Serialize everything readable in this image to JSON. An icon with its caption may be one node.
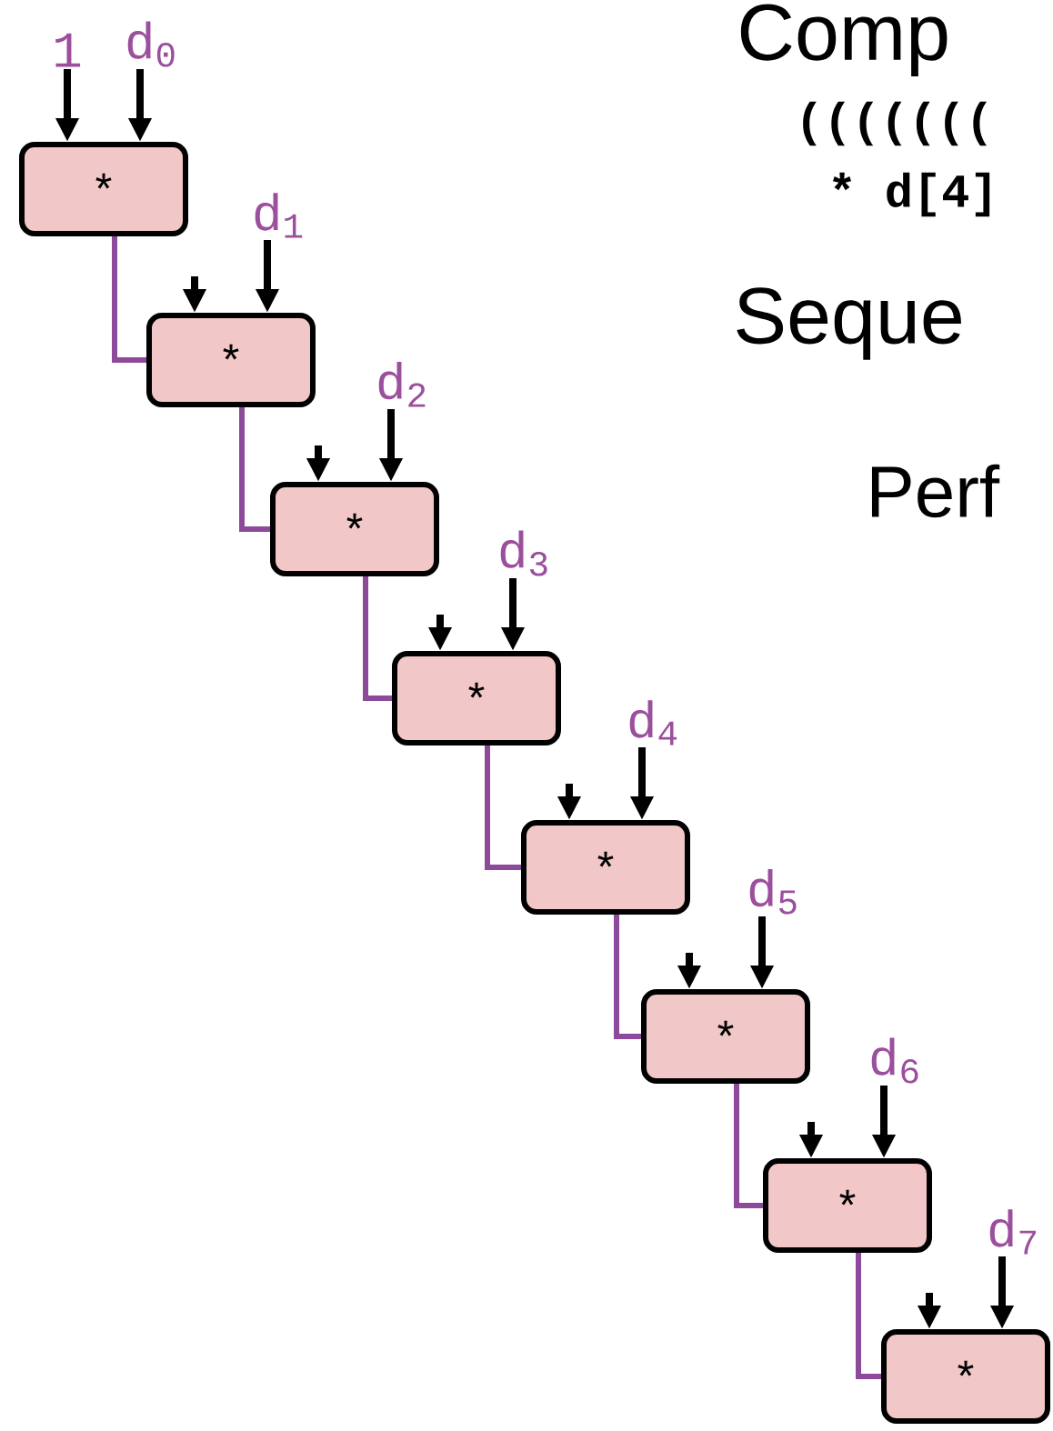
{
  "diagram": {
    "nodes": [
      {
        "text": [
          "1"
        ]
      },
      {
        "text": [
          "d$_{0}$"
        ]
      },
      {
        "text": [
          "*"
        ]
      },
      {
        "text": [
          "d$_{1}$"
        ]
      },
      {
        "text": [
          "*"
        ]
      },
      {
        "text": [
          "d$_{2}$"
        ]
      },
      {
        "text": [
          "*"
        ]
      },
      {
        "text": [
          "d$_{3}$"
        ]
      },
      {
        "text": [
          "*"
        ]
      },
      {
        "text": [
          "d$_{4}$"
        ]
      },
      {
        "text": [
          "*"
        ]
      },
      {
        "text": [
          "d$_{5}$"
        ]
      },
      {
        "text": [
          "*"
        ]
      },
      {
        "text": [
          "d$_{6}$"
        ]
      },
      {
        "text": [
          "*"
        ]
      },
      {
        "text": [
          "d$_{7}$"
        ]
      },
      {
        "text": [
          "*"
        ]
      }
    ],
    "edges": [
      {
        "from": 0,
        "to": 2,
        "arrow": "to"
      },
      {
        "from": 1,
        "to": 2,
        "arrow": "to"
      },
      {
        "from": 2,
        "to": 4,
        "arrow": "none",
        "color": "#8e4a9a"
      },
      {
        "from": null,
        "to": 4,
        "arrow": "to"
      },
      {
        "from": 3,
        "to": 4,
        "arrow": "to"
      },
      {
        "from": 4,
        "to": 6,
        "arrow": "none",
        "color": "#8e4a9a"
      },
      {
        "from": null,
        "to": 6,
        "arrow": "to"
      },
      {
        "from": 5,
        "to": 6,
        "arrow": "to"
      },
      {
        "from": 6,
        "to": 8,
        "arrow": "none",
        "color": "#8e4a9a"
      },
      {
        "from": null,
        "to": 8,
        "arrow": "to"
      },
      {
        "from": 7,
        "to": 8,
        "arrow": "to"
      },
      {
        "from": 8,
        "to": 10,
        "arrow": "none",
        "color": "#8e4a9a"
      },
      {
        "from": null,
        "to": 10,
        "arrow": "to"
      },
      {
        "from": 9,
        "to": 10,
        "arrow": "to"
      },
      {
        "from": 10,
        "to": 12,
        "arrow": "none",
        "color": "#8e4a9a"
      },
      {
        "from": null,
        "to": 12,
        "arrow": "to"
      },
      {
        "from": 11,
        "to": 12,
        "arrow": "to"
      },
      {
        "from": 12,
        "to": 14,
        "arrow": "none",
        "color": "#8e4a9a"
      },
      {
        "from": null,
        "to": 14,
        "arrow": "to"
      },
      {
        "from": 13,
        "to": 14,
        "arrow": "to"
      },
      {
        "from": 14,
        "to": 16,
        "arrow": "none",
        "color": "#8e4a9a"
      },
      {
        "from": null,
        "to": 16,
        "arrow": "to"
      },
      {
        "from": 15,
        "to": 16,
        "arrow": "to"
      }
    ],
    "labels": [
      "Comp",
      "(((((((",
      "* d[4]",
      "Seque",
      "Perf"
    ]
  }
}
